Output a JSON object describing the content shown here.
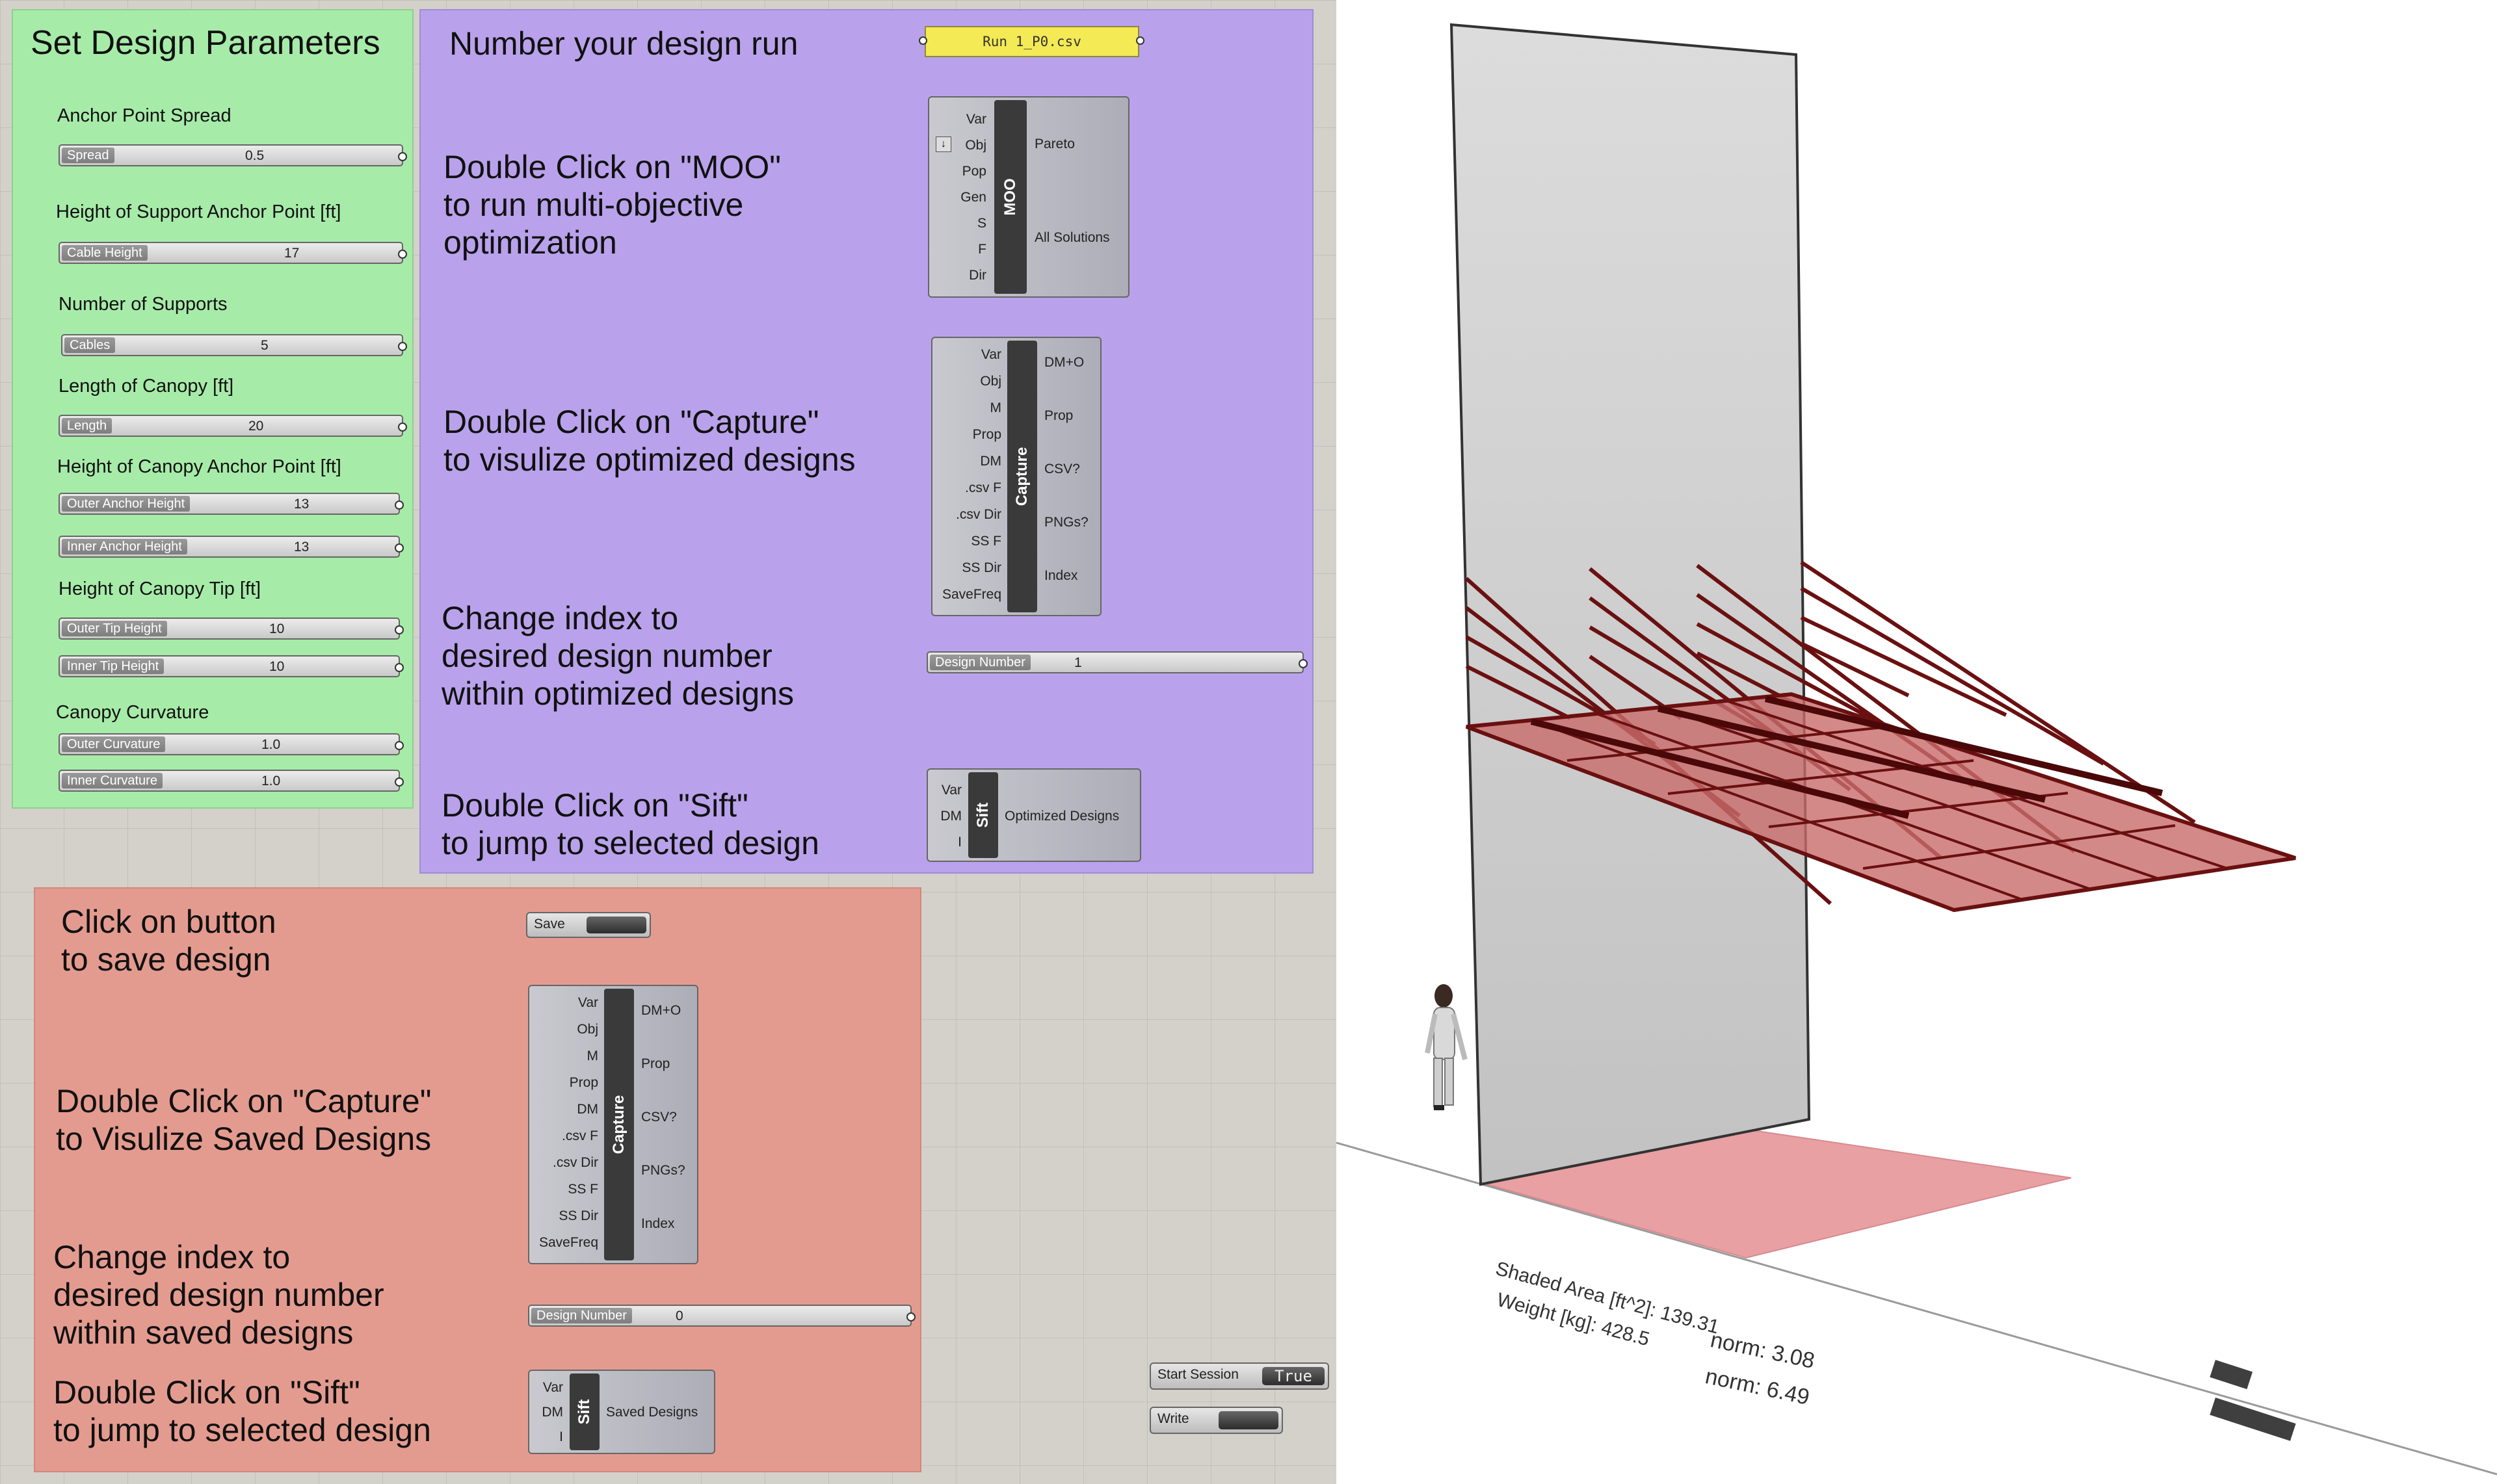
{
  "set_params": {
    "title": "Set Design Parameters",
    "sections": {
      "anchor_spread": "Anchor Point Spread",
      "support_height": "Height of Support Anchor Point [ft]",
      "num_supports": "Number of Supports",
      "canopy_length": "Length of Canopy [ft]",
      "canopy_anchor_height": "Height of Canopy Anchor Point [ft]",
      "canopy_tip_height": "Height of Canopy Tip [ft]",
      "canopy_curvature": "Canopy Curvature"
    },
    "sliders": {
      "spread": {
        "label": "Spread",
        "value": "0.5"
      },
      "cable_height": {
        "label": "Cable Height",
        "value": "17"
      },
      "cables": {
        "label": "Cables",
        "value": "5"
      },
      "length": {
        "label": "Length",
        "value": "20"
      },
      "outer_anchor": {
        "label": "Outer Anchor Height",
        "value": "13"
      },
      "inner_anchor": {
        "label": "Inner Anchor Height",
        "value": "13"
      },
      "outer_tip": {
        "label": "Outer Tip Height",
        "value": "10"
      },
      "inner_tip": {
        "label": "Inner Tip Height",
        "value": "10"
      },
      "outer_curv": {
        "label": "Outer Curvature",
        "value": "1.0"
      },
      "inner_curv": {
        "label": "Inner Curvature",
        "value": "1.0"
      }
    }
  },
  "optimize": {
    "note_run": "Number your design run",
    "panel_value": "Run 1_P0.csv",
    "note_moo": [
      "Double Click on \"MOO\"",
      "to run multi-objective",
      "optimization"
    ],
    "note_capture": [
      "Double Click on \"Capture\"",
      "to visulize optimized designs"
    ],
    "note_index": [
      "Change index to",
      "desired design number",
      "within optimized designs"
    ],
    "note_sift": [
      "Double Click on \"Sift\"",
      "to jump to selected design"
    ],
    "design_number": {
      "label": "Design Number",
      "value": "1"
    }
  },
  "moo": {
    "name": "MOO",
    "inputs": [
      "Var",
      "Obj",
      "Pop",
      "Gen",
      "S",
      "F",
      "Dir"
    ],
    "outputs": [
      "Pareto",
      "All Solutions"
    ]
  },
  "capture": {
    "name": "Capture",
    "inputs": [
      "Var",
      "Obj",
      "M",
      "Prop",
      "DM",
      ".csv F",
      ".csv Dir",
      "SS F",
      "SS Dir",
      "SaveFreq"
    ],
    "outputs": [
      "DM+O",
      "Prop",
      "CSV?",
      "PNGs?",
      "Index"
    ]
  },
  "sift": {
    "name": "Sift",
    "inputs": [
      "Var",
      "DM",
      "I"
    ],
    "output_optimized": "Optimized Designs",
    "output_saved": "Saved Designs"
  },
  "save_group": {
    "note_save": [
      "Click on button",
      "to save design"
    ],
    "note_capture": [
      "Double Click on \"Capture\"",
      "to Visulize Saved Designs"
    ],
    "note_index": [
      "Change index to",
      "desired design number",
      "within saved designs"
    ],
    "note_sift": [
      "Double Click on \"Sift\"",
      "to jump to selected design"
    ],
    "save_button": "Save",
    "design_number": {
      "label": "Design Number",
      "value": "0"
    }
  },
  "session": {
    "start_label": "Start Session",
    "start_value": "True",
    "write_label": "Write"
  },
  "viewport": {
    "shaded_area": "Shaded Area [ft^2]: 139.31",
    "weight": "Weight [kg]: 428.5",
    "norm_area": "norm: 3.08",
    "norm_weight": "norm: 6.49",
    "colors": {
      "canopy_fill": "#c96b6b",
      "canopy_edge": "#6a1010",
      "shadow": "#e8a0a3",
      "wall": "#d4d4d4"
    }
  }
}
